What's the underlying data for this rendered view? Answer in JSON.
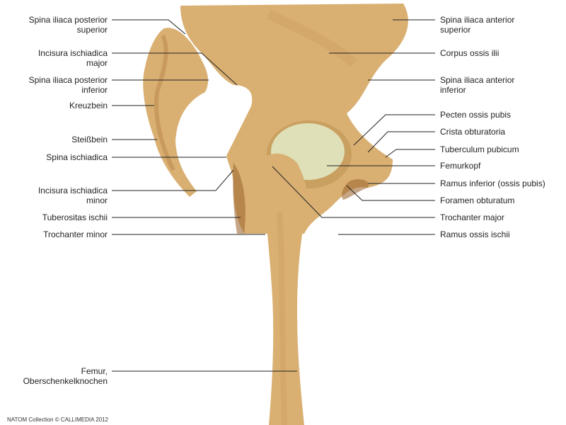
{
  "labels_left": [
    {
      "text": "Spina iliaca posterior\nsuperior"
    },
    {
      "text": "Incisura ischiadica\nmajor"
    },
    {
      "text": "Spina iliaca posterior\ninferior"
    },
    {
      "text": "Kreuzbein"
    },
    {
      "text": "Steißbein"
    },
    {
      "text": "Spina ischiadica"
    },
    {
      "text": "Incisura ischiadica\nminor"
    },
    {
      "text": "Tuberositas ischii"
    },
    {
      "text": "Trochanter minor"
    },
    {
      "text": "Femur,\nOberschenkelknochen"
    }
  ],
  "labels_right": [
    {
      "text": "Spina iliaca anterior\nsuperior"
    },
    {
      "text": "Corpus ossis ilii"
    },
    {
      "text": "Spina iliaca anterior\ninferior"
    },
    {
      "text": "Pecten ossis pubis"
    },
    {
      "text": "Crista obturatoria"
    },
    {
      "text": "Tuberculum pubicum"
    },
    {
      "text": "Femurkopf"
    },
    {
      "text": "Ramus inferior (ossis pubis)"
    },
    {
      "text": "Foramen obturatum"
    },
    {
      "text": "Trochanter major"
    },
    {
      "text": "Ramus ossis ischii"
    }
  ],
  "copyright": "NATOM Collection © CALLIMEDIA 2012",
  "colors": {
    "bone": "#d9b072",
    "bone_shade": "#b9834a",
    "bone_dark": "#a06a35",
    "cartilage": "#dfe0b8",
    "line": "#222222"
  }
}
